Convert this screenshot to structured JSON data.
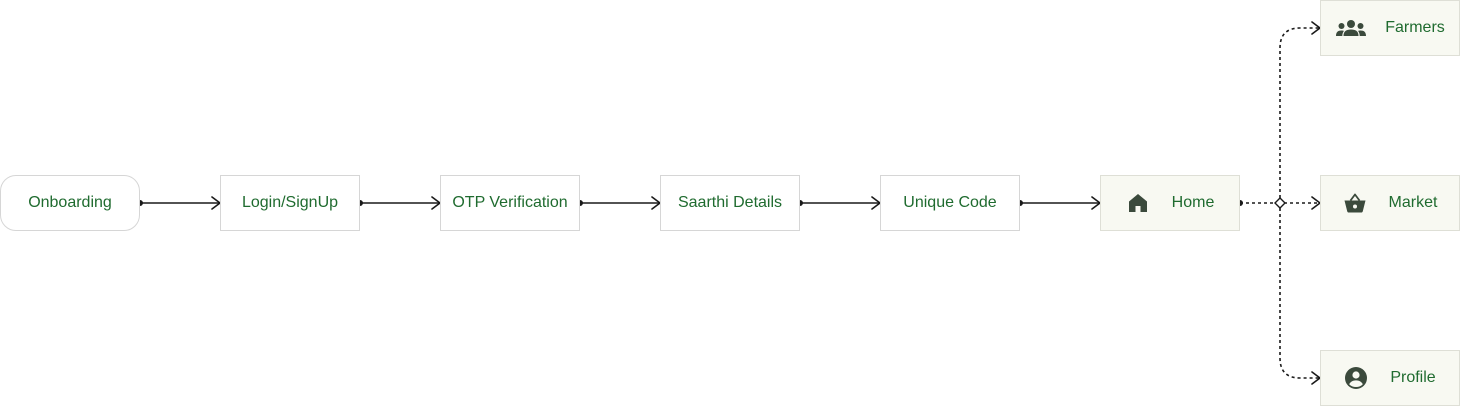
{
  "nodes": {
    "onboarding": {
      "label": "Onboarding"
    },
    "login": {
      "label": "Login/SignUp"
    },
    "otp": {
      "label": "OTP Verification"
    },
    "saarthi": {
      "label": "Saarthi Details"
    },
    "unique": {
      "label": "Unique Code"
    },
    "home": {
      "label": "Home",
      "icon": "home-icon"
    },
    "farmers": {
      "label": "Farmers",
      "icon": "group-icon"
    },
    "market": {
      "label": "Market",
      "icon": "basket-icon"
    },
    "profile": {
      "label": "Profile",
      "icon": "account-circle-icon"
    }
  },
  "colors": {
    "label_text": "#1f6b2f",
    "border": "#d6d6d6",
    "tinted_fill": "#f8f9f2",
    "connector": "#1a1a1a",
    "icon": "#3b4a3c"
  }
}
